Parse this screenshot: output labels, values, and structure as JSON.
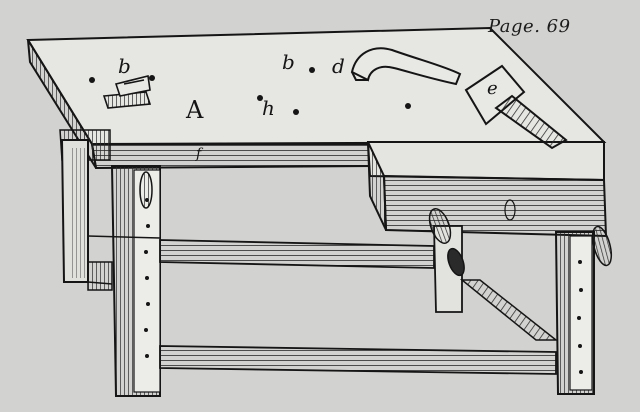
{
  "page": {
    "label": "Page. 69"
  },
  "labels": {
    "b_holdfast": "b",
    "b_top": "b",
    "d": "d",
    "e": "e",
    "A": "A",
    "h": "h"
  },
  "colors": {
    "paper": "#d2d2d0",
    "ink": "#151515",
    "hatch": "#2a2a2a"
  }
}
